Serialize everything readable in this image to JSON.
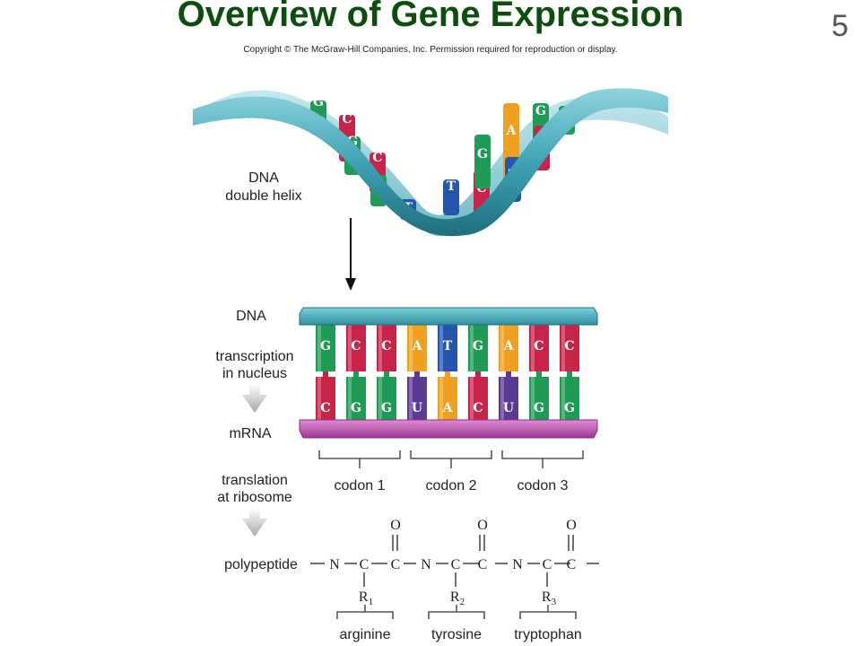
{
  "slide": {
    "title": "Overview of Gene Expression",
    "number": "5",
    "copyright": "Copyright © The McGraw-Hill Companies, Inc. Permission required for reproduction or display."
  },
  "labels": {
    "dna_helix_line1": "DNA",
    "dna_helix_line2": "double helix",
    "dna": "DNA",
    "transcription_line1": "transcription",
    "transcription_line2": "in nucleus",
    "mrna": "mRNA",
    "translation_line1": "translation",
    "translation_line2": "at ribosome",
    "polypeptide": "polypeptide"
  },
  "helix_bases": [
    "G",
    "C",
    "G",
    "C",
    "G",
    "T",
    "T",
    "C",
    "G",
    "A",
    "T",
    "G",
    "C",
    "G"
  ],
  "dna_bases": [
    "G",
    "C",
    "C",
    "A",
    "T",
    "G",
    "A",
    "C",
    "C"
  ],
  "mrna_bases": [
    "C",
    "G",
    "G",
    "U",
    "A",
    "C",
    "U",
    "G",
    "G"
  ],
  "codons": [
    "codon 1",
    "codon 2",
    "codon 3"
  ],
  "amino_acids": [
    "arginine",
    "tyrosine",
    "tryptophan"
  ],
  "chemistry": {
    "oxygen": "O",
    "nitrogen": "N",
    "carbon": "C",
    "r_groups": [
      "R1",
      "R2",
      "R3"
    ]
  },
  "colors": {
    "title": "#0d4d0d",
    "helix_backbone": "#3ea3b4",
    "mrna_backbone": "#c65bb6",
    "base_G": "#1f9b55",
    "base_C": "#c8244a",
    "base_A": "#f0a020",
    "base_T": "#2456b0",
    "base_U": "#5b3a96"
  }
}
